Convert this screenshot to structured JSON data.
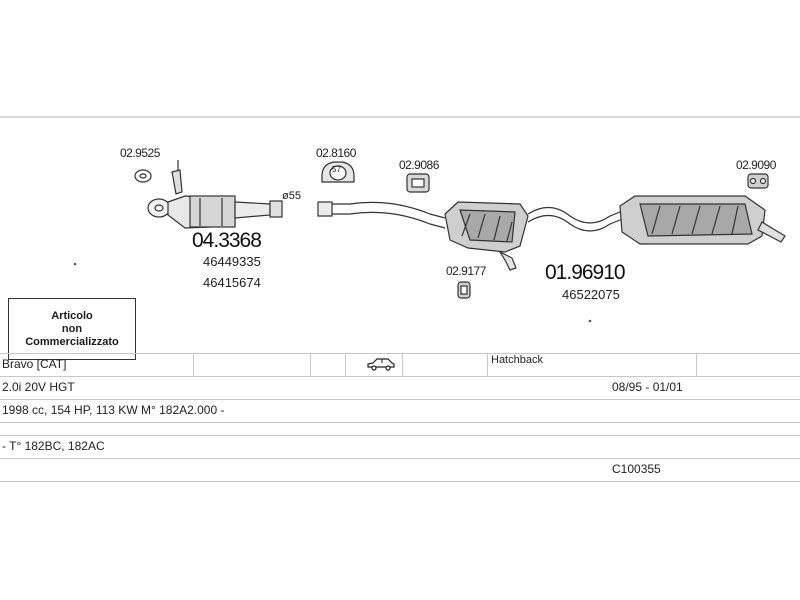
{
  "diagram": {
    "note_lines": [
      "Articolo",
      "non",
      "Commercializzato"
    ],
    "parts": {
      "p1": "02.9525",
      "p2": "02.8160",
      "p3": "02.9086",
      "p4": "02.9090",
      "p5": "02.9177"
    },
    "gasket_label": "57",
    "diameter_label": "ø55",
    "front_pipe": {
      "code": "04.3368",
      "oem": [
        "46449335",
        "46415674"
      ]
    },
    "rear_silencer": {
      "code": "01.96910",
      "oem": [
        "46522075"
      ]
    }
  },
  "vehicle": {
    "model": "Bravo  [CAT]",
    "icon": "hatchback-car-icon",
    "body": "Hatchback",
    "engine": "2.0i 20V HGT",
    "years": "08/95 - 01/01",
    "specs": "1998 cc, 154 HP, 113 KW M° 182A2.000 -",
    "type_codes": "- T° 182BC, 182AC",
    "catalog_number": "C100355"
  }
}
